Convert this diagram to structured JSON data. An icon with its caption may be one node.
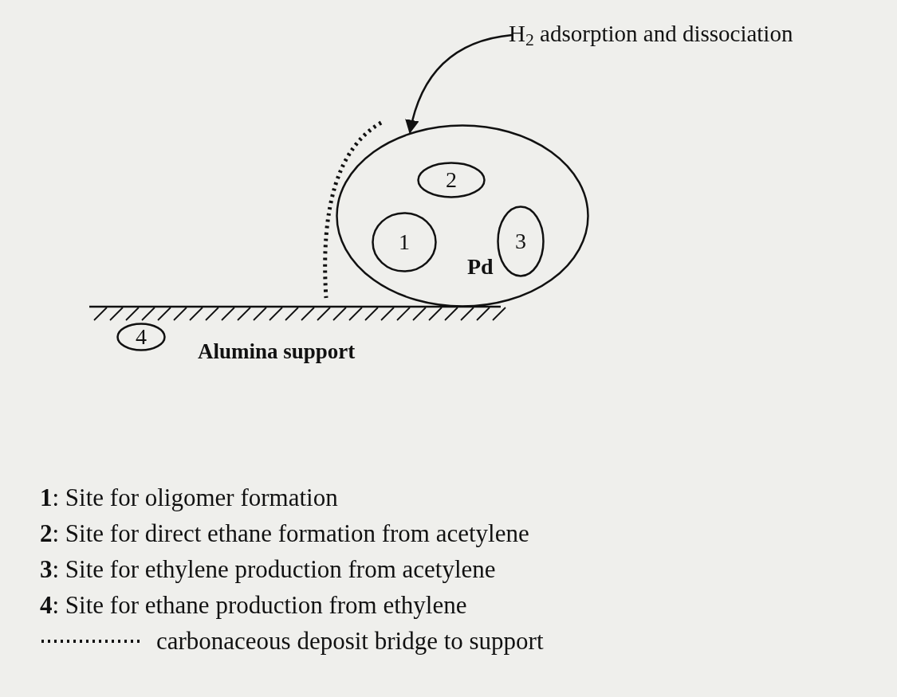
{
  "diagram": {
    "nodes": [
      {
        "text": [
          "H$_{2}$ adsorption and dissociation"
        ]
      },
      {
        "text": [
          "Pd"
        ]
      },
      {
        "text": [
          "2"
        ],
        "in": 1
      },
      {
        "text": [
          "1"
        ],
        "in": 1
      },
      {
        "text": [
          "3"
        ],
        "in": 1
      },
      {
        "text": [
          "4"
        ]
      }
    ],
    "edges": [
      {
        "from": 0,
        "to": 1,
        "arrow": "to"
      }
    ],
    "labels": [
      "Alumina support",
      "**1**: Site for oligomer formation",
      "**2**: Site for direct ethane formation from acetylene",
      "**3**: Site for ethylene production from acetylene",
      "**4**: Site for ethane production from ethylene"
    ],
    "legend": [
      {
        "text": "carbonaceous deposit bridge to support"
      }
    ]
  }
}
